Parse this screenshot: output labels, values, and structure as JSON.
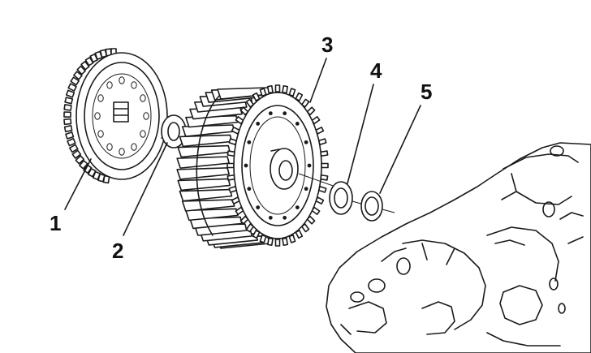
{
  "callouts": {
    "one": "1",
    "two": "2",
    "three": "3",
    "four": "4",
    "five": "5"
  },
  "parts": [
    {
      "number": "1",
      "part": "driven-pulley-plate"
    },
    {
      "number": "2",
      "part": "small-washer"
    },
    {
      "number": "3",
      "part": "finned-gear-housing"
    },
    {
      "number": "4",
      "part": "thrust-washer"
    },
    {
      "number": "5",
      "part": "thrust-washer"
    }
  ],
  "style": {
    "ink_color": "#1a1a1a",
    "background": "#ffffff"
  }
}
